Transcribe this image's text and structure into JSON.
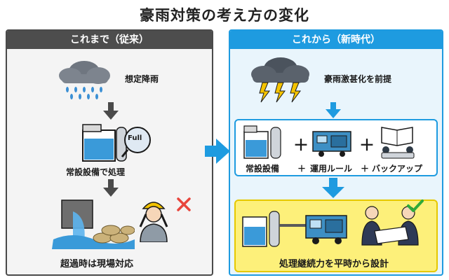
{
  "title": "豪雨対策の考え方の変化",
  "left_panel": {
    "header": "これまで（従来）",
    "step1_label": "想定降雨",
    "step2_label": "常設設備で処理",
    "tank_badge": "Full",
    "step3_label": "超過時は現場対応"
  },
  "right_panel": {
    "header": "これから（新時代）",
    "step1_label": "豪雨激甚化を前提",
    "components": {
      "item1": "常設設備",
      "plus1": "＋",
      "item2": "運用ルール",
      "plus2": "＋",
      "item3": "バックアップ"
    },
    "result_label": "処理継続力を平時から設計"
  },
  "colors": {
    "left_accent": "#4d4d4d",
    "right_accent": "#1e9be0",
    "result_bg": "#fdf07a",
    "cross": "#e8453c",
    "check": "#2eaa3a"
  }
}
